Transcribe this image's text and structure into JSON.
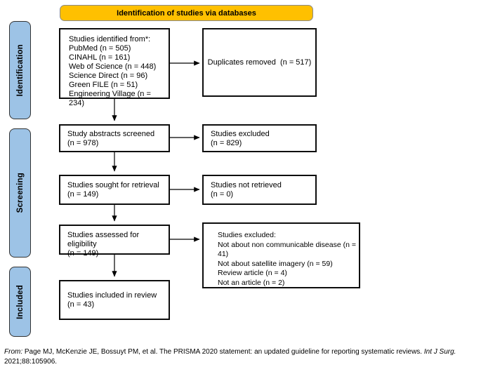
{
  "banner": {
    "label": "Identification of studies via databases"
  },
  "stages": [
    {
      "label": "Identification"
    },
    {
      "label": "Screening"
    },
    {
      "label": "Included"
    }
  ],
  "flow": {
    "identified": {
      "lines": [
        "Studies identified from*:",
        "PubMed (n = 505)",
        "CINAHL (n = 161)",
        "Web of Science (n = 448)",
        "Science Direct (n = 96)",
        "Green FILE (n = 51)",
        "Engineering Village (n = 234)"
      ]
    },
    "duplicates": {
      "label": "Duplicates removed  (n = 517)"
    },
    "abstracts": {
      "lines": [
        "Study abstracts screened",
        "(n = 978)"
      ]
    },
    "abstracts_excluded": {
      "lines": [
        "Studies excluded",
        "(n = 829)"
      ]
    },
    "retrieval": {
      "lines": [
        "Studies sought for retrieval",
        "(n = 149)"
      ]
    },
    "not_retrieved": {
      "lines": [
        "Studies not retrieved",
        "(n = 0)"
      ]
    },
    "eligibility": {
      "lines": [
        "Studies assessed for eligibility",
        "(n = 149)"
      ]
    },
    "eligibility_excluded": {
      "lines": [
        "Studies excluded:",
        "Not about non communicable disease (n = 41)",
        "Not about satellite imagery (n = 59)",
        "Review article (n = 4)",
        "Not an article (n = 2)"
      ]
    },
    "included": {
      "lines": [
        "Studies included in review",
        "(n = 43)"
      ]
    }
  },
  "footer": {
    "from_label": "From:",
    "citation": " Page MJ, McKenzie JE, Bossuyt PM, et al. The PRISMA 2020 statement: an updated guideline for reporting systematic reviews. ",
    "journal": "Int J Surg.",
    "line2": "2021;88:105906."
  },
  "colors": {
    "banner_bg": "#FFC000",
    "stage_bg": "#9DC3E6",
    "box_border": "#0d0d0d",
    "arrow": "#000000"
  }
}
